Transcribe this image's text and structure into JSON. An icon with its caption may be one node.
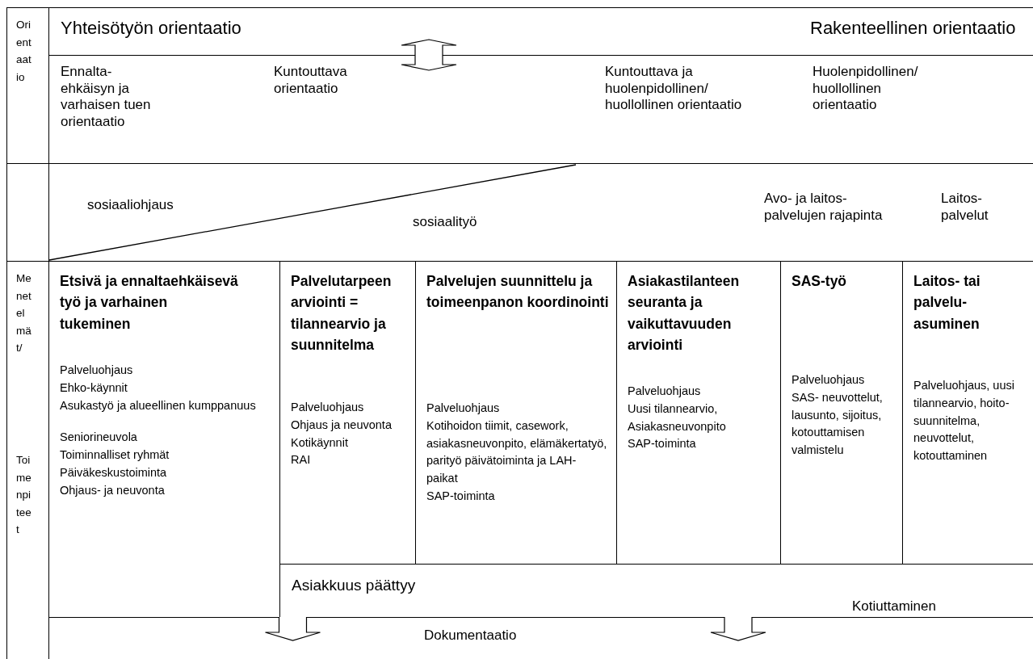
{
  "diagram": {
    "nodes": [
      {
        "text": [
          "Orientaatio"
        ]
      },
      {
        "text": [
          "Yhteisötyön orientaatio",
          "Rakenteellinen orientaatio"
        ]
      },
      {
        "text": [
          "Ennalta- ehkäisyn ja varhaisen tuen orientaatio",
          "Kuntouttava orientaatio",
          "Kuntouttava ja huolenpidollinen/ huollollinen orientaatio",
          "Huolenpidollinen/ huollollinen orientaatio"
        ]
      },
      {
        "text": [],
        "shape": "box"
      },
      {
        "text": [
          "sosiaaliohjaus",
          "sosiaalityö",
          "Avo- ja laitos- palvelujen rajapinta",
          "Laitos- palvelut"
        ]
      },
      {
        "text": [
          "Menetelmät/",
          "Toimenpiteet"
        ]
      },
      {
        "text": [
          "Etsivä ja ennaltaehkäisevä työ ja varhainen tukeminen",
          "Palveluohjaus",
          "Ehko-käynnit",
          "Asukastyö ja alueellinen kumppanuus",
          "Seniorineuvola",
          "Toiminnalliset ryhmät",
          "Päiväkeskustoiminta",
          "Ohjaus- ja neuvonta"
        ]
      },
      {
        "text": [
          "Palvelutarpeen arviointi = tilannearvio ja suunnitelma",
          "Palveluohjaus",
          "Ohjaus ja neuvonta",
          "Kotikäynnit",
          "RAI"
        ]
      },
      {
        "text": [
          "Palvelujen suunnittelu ja toimeenpanon koordinointi",
          "Palveluohjaus",
          "Kotihoidon tiimit, casework, asiakasneuvonpito, elämäkertatyö, parityö päivätoiminta ja LAH- paikat",
          "SAP-toiminta"
        ]
      },
      {
        "text": [
          "Asiakastilanteen seuranta ja vaikuttavuuden arviointi",
          "Palveluohjaus",
          "Uusi tilannearvio,",
          "Asiakasneuvonpito",
          "SAP-toiminta"
        ]
      },
      {
        "text": [
          "SAS-työ",
          "Palveluohjaus",
          "SAS- neuvottelut, lausunto, sijoitus, kotouttamisen valmistelu"
        ]
      },
      {
        "text": [
          "Laitos- tai palvelu- asuminen",
          "Palveluohjaus, uusi tilannearvio, hoito- suunnitelma, neuvottelut, kotouttaminen"
        ]
      },
      {
        "text": [
          "Asiakkuus päättyy",
          "Kotiuttaminen"
        ]
      },
      {
        "text": [
          "Dokumentaatio"
        ]
      }
    ],
    "edges": [
      {
        "from": 1,
        "to": 2,
        "arrow": "both"
      },
      {
        "from": 6,
        "to": 13,
        "arrow": "to"
      },
      {
        "from": 12,
        "to": 13,
        "arrow": "to"
      }
    ]
  }
}
